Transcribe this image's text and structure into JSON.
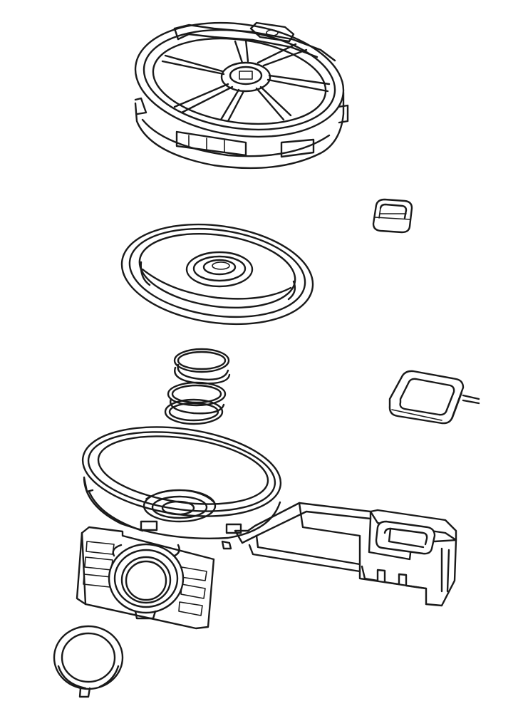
{
  "diagram": {
    "kind": "exploded-view line drawing",
    "line_color": "#1a1a1a",
    "background_color": "#ffffff",
    "parts": [
      {
        "id": "top-cover",
        "icon": "ribbed-round-cover"
      },
      {
        "id": "square-seal-small",
        "icon": "square-ring"
      },
      {
        "id": "diaphragm",
        "icon": "round-membrane"
      },
      {
        "id": "spring",
        "icon": "coil-spring"
      },
      {
        "id": "square-seal-large",
        "icon": "square-ring-with-tab"
      },
      {
        "id": "valve-housing",
        "icon": "round-housing-with-arm"
      },
      {
        "id": "outlet-flange",
        "icon": "rectangular-flange"
      },
      {
        "id": "o-ring",
        "icon": "ring-with-tab"
      }
    ]
  }
}
